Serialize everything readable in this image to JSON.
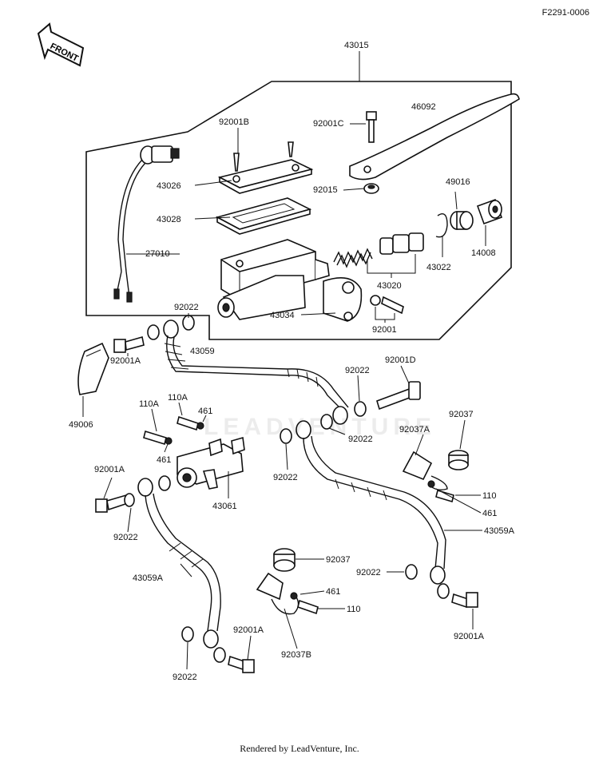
{
  "diagram_code": "F2291-0006",
  "front_arrow_label": "FRONT",
  "watermark_text": "LEADVENTURE",
  "footer_text": "Rendered by LeadVenture, Inc.",
  "callouts": {
    "c43015": "43015",
    "c92001B": "92001B",
    "c92001C": "92001C",
    "c46092": "46092",
    "c43026": "43026",
    "c92015": "92015",
    "c49016": "49016",
    "c43028": "43028",
    "c27010": "27010",
    "c43022": "43022",
    "c14008": "14008",
    "c43020": "43020",
    "c92022a": "92022",
    "c43034": "43034",
    "c92001": "92001",
    "c43059": "43059",
    "c92001D": "92001D",
    "c92001Aa": "92001A",
    "c92022b": "92022",
    "c49006": "49006",
    "c110Aa": "110A",
    "c110Ab": "110A",
    "c461a": "461",
    "c92037a": "92037",
    "c92037A": "92037A",
    "c92022c": "92022",
    "c461b": "461",
    "c92001Ab": "92001A",
    "c92022d": "92022",
    "c43061": "43061",
    "c110a": "110",
    "c461c": "461",
    "c92022e": "92022",
    "c43059Aa": "43059A",
    "c43059Ab": "43059A",
    "c92037b": "92037",
    "c92022f": "92022",
    "c461d": "461",
    "c110b": "110",
    "c92001Ac": "92001A",
    "c92001Ad": "92001A",
    "c92037B": "92037B",
    "c92022g": "92022"
  }
}
